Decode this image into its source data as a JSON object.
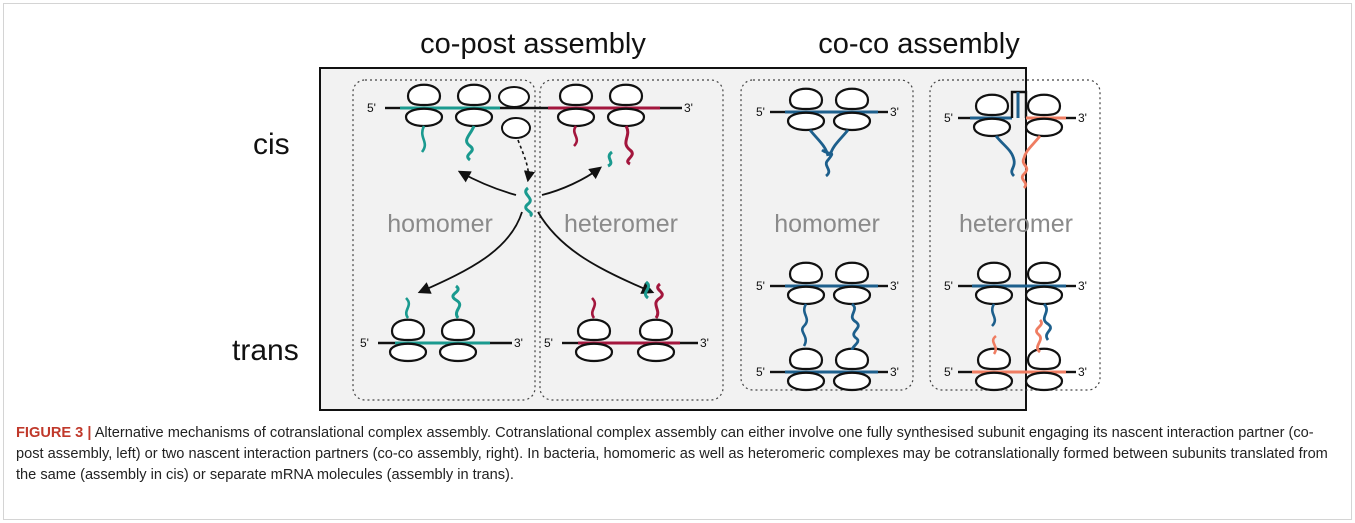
{
  "figure": {
    "header_left": "co-post assembly",
    "header_right": "co-co assembly",
    "row_cis": "cis",
    "row_trans": "trans",
    "panels": {
      "post_homomer": "homomer",
      "post_heteromer": "heteromer",
      "coco_homomer": "homomer",
      "coco_heteromer": "heteromer"
    },
    "ends": {
      "five": "5'",
      "three": "3'"
    },
    "colors": {
      "teal": "#1a9a8f",
      "crimson": "#a3163d",
      "blue": "#1d5f8c",
      "salmon": "#ef7d62",
      "panel_bg": "#f2f2f2",
      "panel_label": "#8a8a8a"
    }
  },
  "caption": {
    "label": "FIGURE 3 |",
    "text": "Alternative mechanisms of cotranslational complex assembly. Cotranslational complex assembly can either involve one fully synthesised subunit engaging its nascent interaction partner (co-post assembly, left) or two nascent interaction partners (co-co assembly, right). In bacteria, homomeric as well as heteromeric complexes may be cotranslationally formed between subunits translated from the same (assembly in cis) or separate mRNA molecules (assembly in trans)."
  }
}
